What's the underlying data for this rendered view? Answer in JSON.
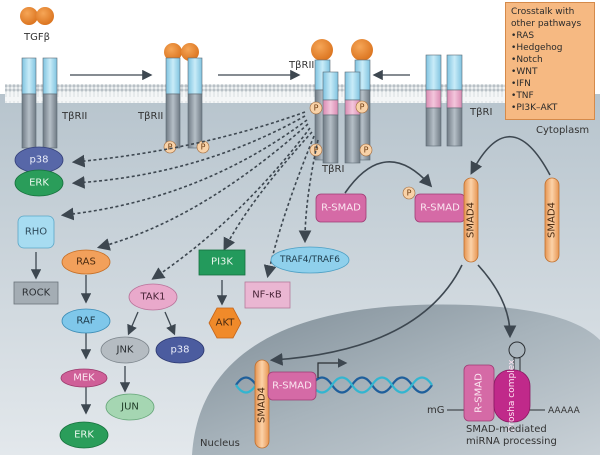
{
  "title": "TGF-beta signalling: SMAD-dependent and non-SMAD pathways",
  "ligand": {
    "label": "TGFβ"
  },
  "receptors": {
    "type2_label": "TβRII",
    "type1_label": "TβRI",
    "phospho_label": "P"
  },
  "compartments": {
    "cytoplasm": "Cytoplasm",
    "nucleus": "Nucleus"
  },
  "crosstalk": {
    "title": "Crosstalk with other pathways",
    "items": [
      "RAS",
      "Hedgehog",
      "Notch",
      "WNT",
      "IFN",
      "TNF",
      "PI3K–AKT"
    ]
  },
  "non_smad_nodes": {
    "p38_top": "p38",
    "erk_top": "ERK",
    "rho": "RHO",
    "rock": "ROCK",
    "ras": "RAS",
    "raf": "RAF",
    "mek": "MEK",
    "erk_bottom": "ERK",
    "tak1": "TAK1",
    "jnk": "JNK",
    "p38_bottom": "p38",
    "jun": "JUN",
    "pi3k": "PI3K",
    "akt": "AKT",
    "nfkb": "NF-κB",
    "traf": "TRAF4/TRAF6"
  },
  "smad_nodes": {
    "rsmad": "R-SMAD",
    "smad4": "SMAD4",
    "drosha": "Drosha complex",
    "mg": "mG",
    "polya": "AAAAA",
    "mirna_caption_1": "SMAD-mediated",
    "mirna_caption_2": "miRNA processing"
  },
  "colors": {
    "background_cell": "#c3ced6",
    "nucleus": "#8e9ba4",
    "ligand": "#e98a2f",
    "receptor_extracellular": "#a9dbef",
    "receptor_intracellular": "#8f9aa4",
    "receptor_kinase_band": "#e8a9c8",
    "smad4": "#f4b27a",
    "rsmad": "#d56aa6",
    "drosha": "#c0298a",
    "crosstalk_box": "#f6b982"
  }
}
